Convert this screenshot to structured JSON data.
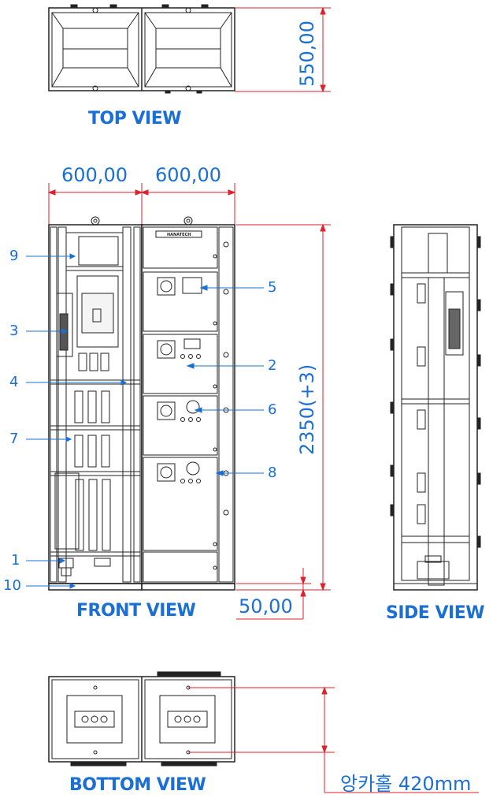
{
  "views": {
    "top": "TOP VIEW",
    "front": "FRONT VIEW",
    "side": "SIDE VIEW",
    "bottom": "BOTTOM VIEW"
  },
  "dimensions": {
    "top_depth": "550,00",
    "left_width": "600,00",
    "right_width": "600,00",
    "height": "2350(+3)",
    "base": "50,00",
    "anchor_hole": "앙카홀 420mm"
  },
  "callouts": [
    "1",
    "2",
    "3",
    "4",
    "5",
    "6",
    "7",
    "8",
    "9",
    "10"
  ],
  "brand": "HANATECH",
  "colors": {
    "annotation": "#1a6fd6",
    "dimension_line": "#e0202a",
    "drawing": "#222222"
  }
}
